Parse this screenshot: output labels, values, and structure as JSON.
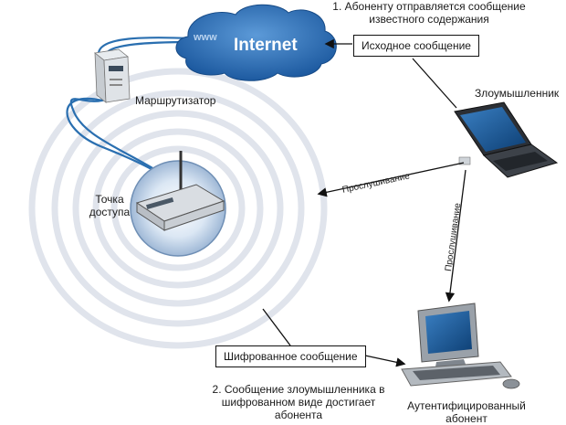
{
  "cloud": {
    "prefix": "www",
    "label": "Internet"
  },
  "notes": {
    "step1_line1": "1. Абоненту отправляется сообщение",
    "step1_line2": "известного содержания",
    "step2_line1": "2. Сообщение злоумышленника в",
    "step2_line2": "шифрованном виде достигает",
    "step2_line3": "абонента"
  },
  "boxes": {
    "source_message": "Исходное сообщение",
    "encrypted_message": "Шифрованное сообщение"
  },
  "devices": {
    "router": "Маршрутизатор",
    "access_point_line1": "Точка",
    "access_point_line2": "доступа",
    "attacker": "Злоумышленник",
    "subscriber_line1": "Аутентифицированный",
    "subscriber_line2": "абонент"
  },
  "arrows": {
    "sniff_horizontal": "Прослушивание",
    "sniff_vertical": "Прослушивание"
  },
  "colors": {
    "cloud": "#2f6fb6",
    "cable": "#2a6fb0",
    "waves": "#dfe3ea"
  }
}
